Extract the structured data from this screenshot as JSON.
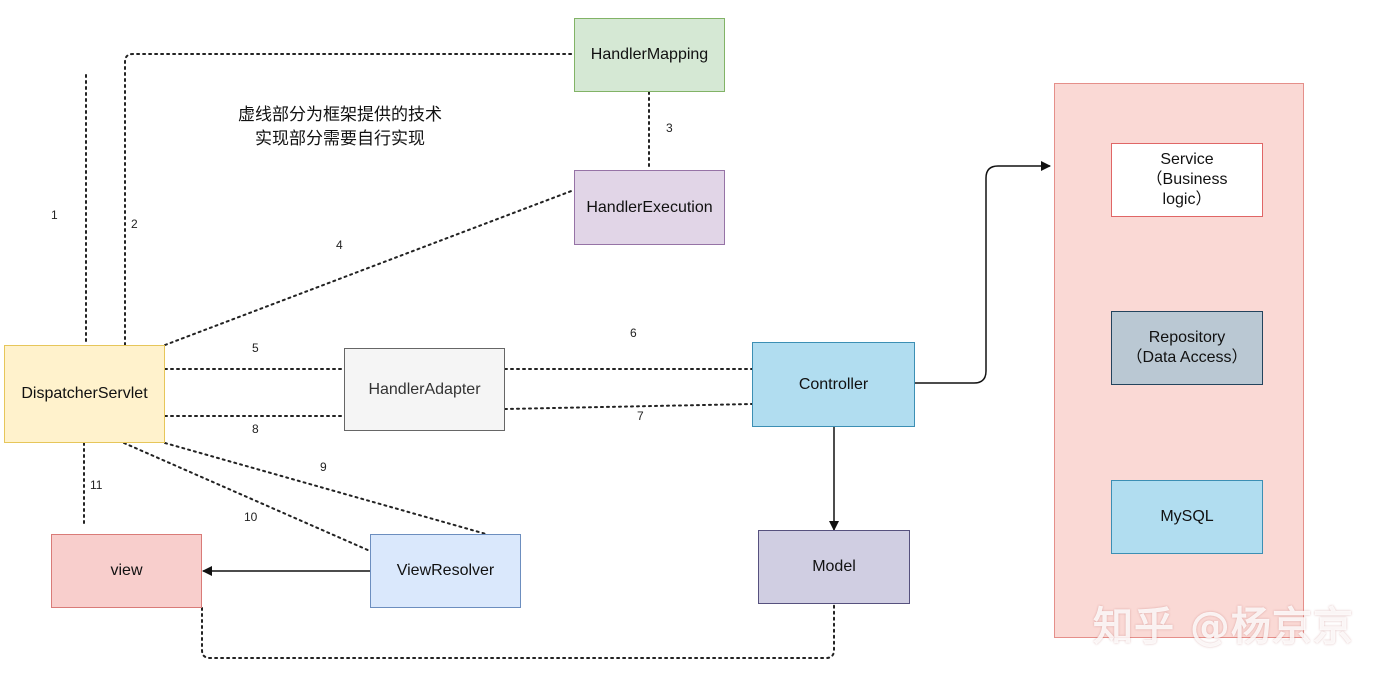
{
  "colors": {
    "dispatcher": "#fff2cc",
    "dispatcher_border": "#e6c65a",
    "green": "#d5e8d4",
    "green_border": "#82b366",
    "purple": "#e1d5e7",
    "purple_border": "#9673a6",
    "grey": "#f5f5f5",
    "grey_border": "#666666",
    "blue": "#b1ddf0",
    "blue_border": "#3c8fb4",
    "lightblue": "#dae8fc",
    "lightblue_border": "#6c8ebf",
    "red": "#f8cecc",
    "red_border": "#d97b78",
    "model": "#d0cee2",
    "model_border": "#56517e",
    "repo": "#bac8d3",
    "repo_border": "#23445d",
    "service_bg": "#ffffff",
    "service_border": "#e06666",
    "container": "#fad9d5",
    "container_border": "#e58f8a"
  },
  "nodes": {
    "dispatcher": "DispatcherServlet",
    "handler_mapping": "HandlerMapping",
    "handler_execution": "HandlerExecution",
    "handler_adapter": "HandlerAdapter",
    "controller": "Controller",
    "model": "Model",
    "view_resolver": "ViewResolver",
    "view": "view",
    "service": "Service\n（Business\nlogic）",
    "repository": "Repository\n（Data Access）",
    "mysql": "MySQL"
  },
  "note": {
    "line1": "虚线部分为框架提供的技术",
    "line2": "实现部分需要自行实现"
  },
  "step_labels": {
    "s1": "1",
    "s2": "2",
    "s3": "3",
    "s4": "4",
    "s5": "5",
    "s6": "6",
    "s7": "7",
    "s8": "8",
    "s9": "9",
    "s10": "10",
    "s11": "11"
  },
  "watermark": "知乎 @杨京京"
}
